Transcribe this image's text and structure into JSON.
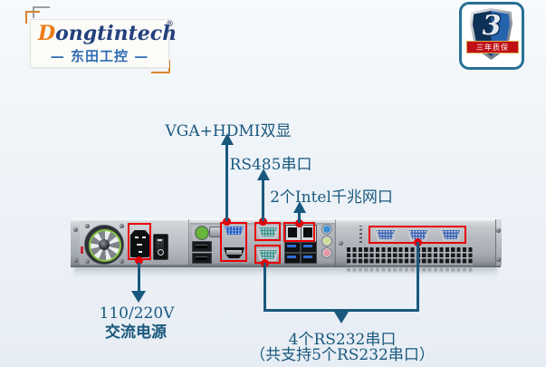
{
  "brand": {
    "logo_d": "D",
    "logo_rest": "ongtintech",
    "registered_mark": "®",
    "logo_subtitle": "— 东田工控 —"
  },
  "badge": {
    "number": "3",
    "banner_text": "三年质保"
  },
  "annotations": {
    "vga_hdmi_label": "VGA+HDMI双显",
    "rs485_label": "RS485串口",
    "lan_label": "2个Intel千兆网口",
    "power_label_line1": "110/220V",
    "power_label_line2": "交流电源",
    "rs232_label_line1": "4个RS232串口",
    "rs232_label_line2": "（共支持5个RS232串口）"
  },
  "colors": {
    "annotation_blue": "#19587d",
    "highlight_red": "#e90007",
    "logo_orange": "#e97b16",
    "logo_navy": "#24407e",
    "logo_blue": "#2e6db3",
    "badge_border": "#2a7096",
    "banner_red": "#c01016"
  },
  "ports": {
    "left": [
      "fan",
      "ac-power-inlet",
      "power-switch"
    ],
    "middle": [
      "ps2-port",
      "usb2-ports",
      "vga-port",
      "hdmi-port",
      "rs485-db9",
      "rs232-db9",
      "lan-rj45-x2",
      "usb3-ports",
      "audio-jacks"
    ],
    "right": [
      "rs232-db9-x3",
      "vent-grille"
    ]
  }
}
